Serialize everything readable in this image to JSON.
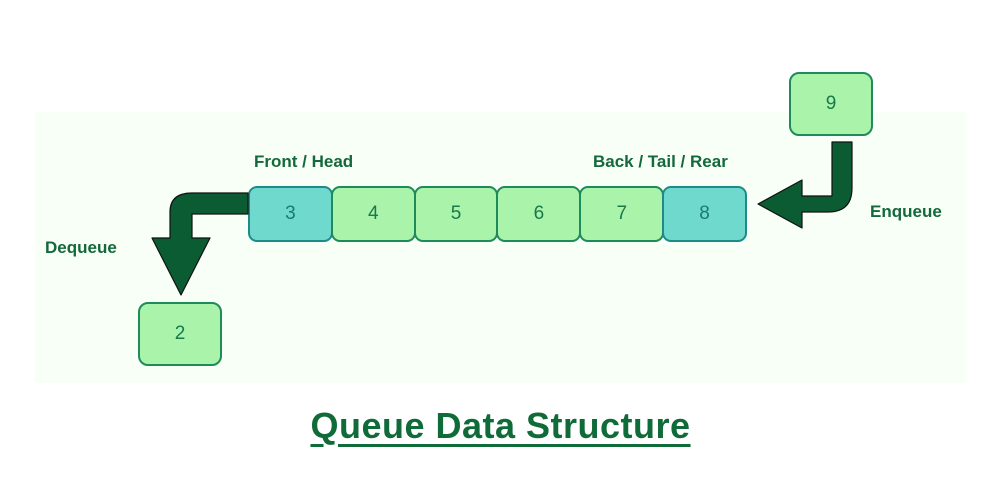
{
  "title": "Queue Data Structure",
  "panel": {
    "background_color": "#f4fff4"
  },
  "queue": {
    "cells": [
      {
        "value": "3",
        "role": "front",
        "highlight": true
      },
      {
        "value": "4",
        "role": "middle",
        "highlight": false
      },
      {
        "value": "5",
        "role": "middle",
        "highlight": false
      },
      {
        "value": "6",
        "role": "middle",
        "highlight": false
      },
      {
        "value": "7",
        "role": "middle",
        "highlight": false
      },
      {
        "value": "8",
        "role": "back",
        "highlight": true
      }
    ],
    "front_label": "Front / Head",
    "back_label": "Back / Tail / Rear"
  },
  "operations": {
    "enqueue": {
      "label": "Enqueue",
      "value": "9",
      "direction": "down-then-left"
    },
    "dequeue": {
      "label": "Dequeue",
      "value": "2",
      "direction": "left-then-down"
    }
  },
  "colors": {
    "cell_fill": "#aaf3aa",
    "cell_highlight_fill": "#6fd9cd",
    "cell_border": "#1f8a5a",
    "arrow_fill": "#0b5c33",
    "text_green": "#15683c",
    "title_green": "#0f6b38"
  }
}
